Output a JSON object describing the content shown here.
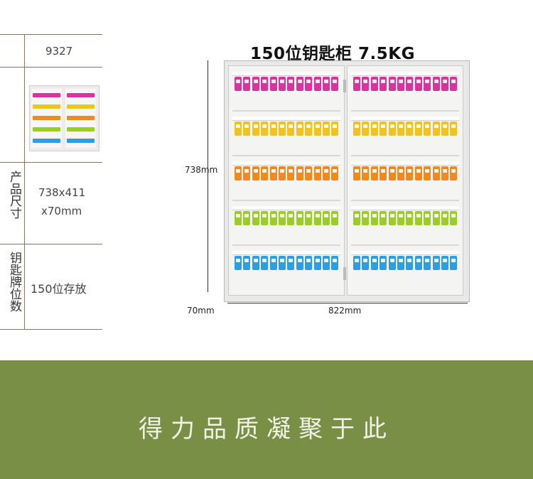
{
  "spec": {
    "model": "9327",
    "size_label": "产品尺寸",
    "size_value_line1": "738x411",
    "size_value_line2": "x70mm",
    "slots_label": "钥匙牌位数",
    "slots_value": "150位存放"
  },
  "product": {
    "title": "150位钥匙柜  7.5KG",
    "height_dim": "738mm",
    "depth_dim": "70mm",
    "width_dim": "822mm"
  },
  "tag_colors": [
    "#d9339f",
    "#f2c21f",
    "#f08a1e",
    "#9ccc2a",
    "#2d9fe0"
  ],
  "slogan": "得力品质凝聚于此"
}
